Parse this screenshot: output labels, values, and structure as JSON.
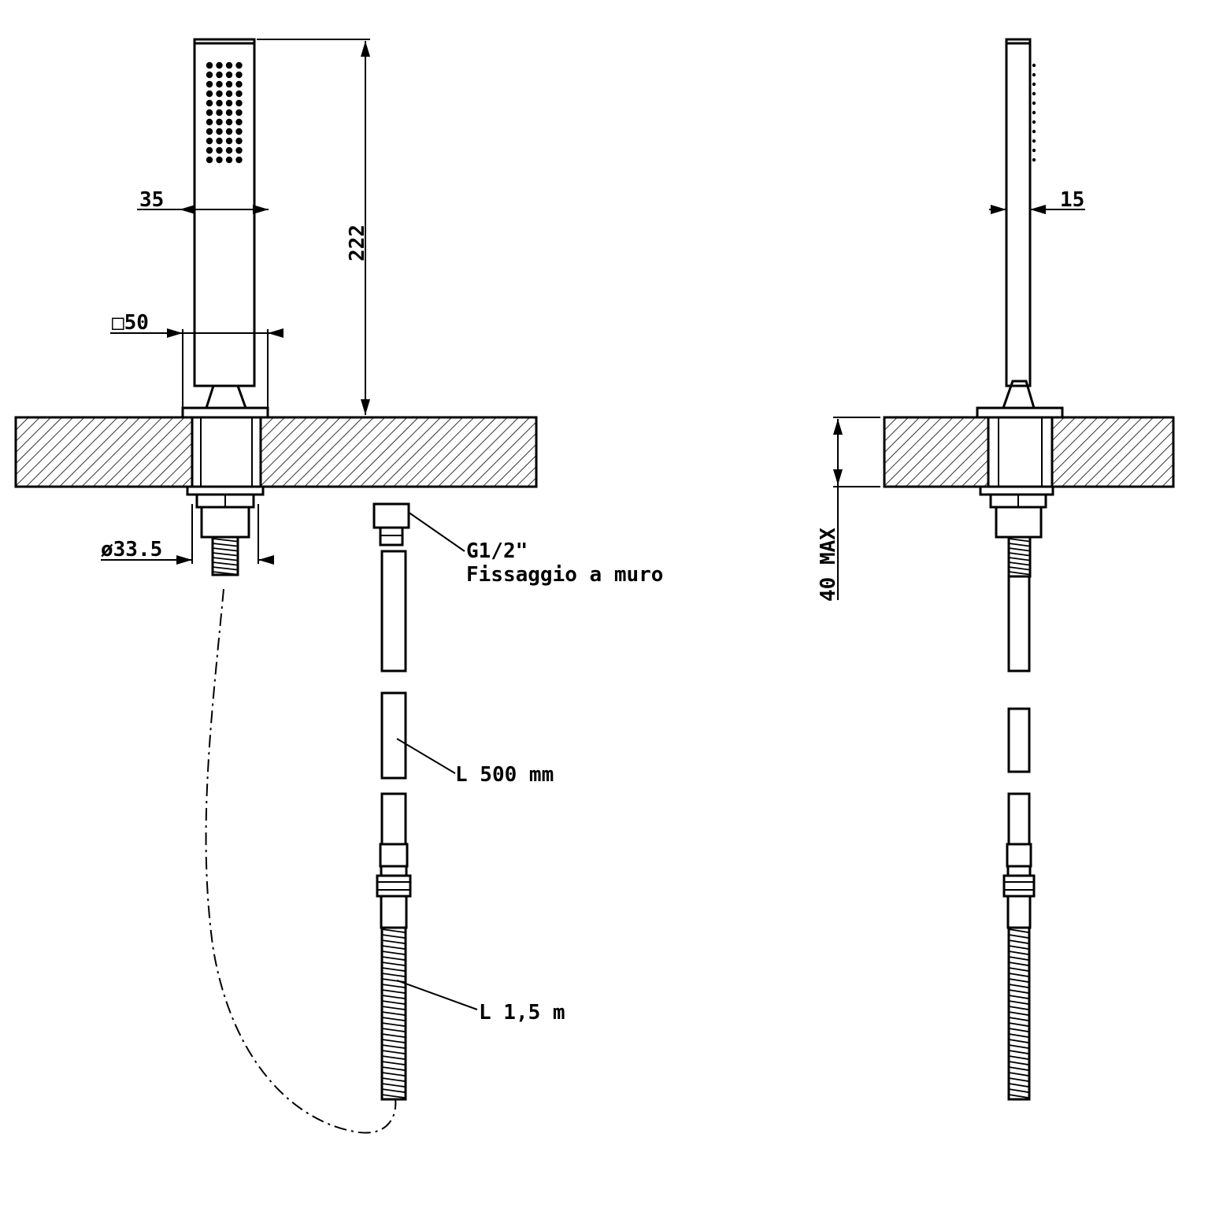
{
  "dimensions": {
    "width_handle": "35",
    "height": "222",
    "base_square": "□50",
    "diameter": "ø33.5",
    "thickness_side": "15",
    "max_thickness": "40 MAX"
  },
  "labels": {
    "connection_line1": "G1/2\"",
    "connection_line2": "Fissaggio  a  muro",
    "hose_short": "L  500  mm",
    "hose_long": "L  1,5  m"
  }
}
